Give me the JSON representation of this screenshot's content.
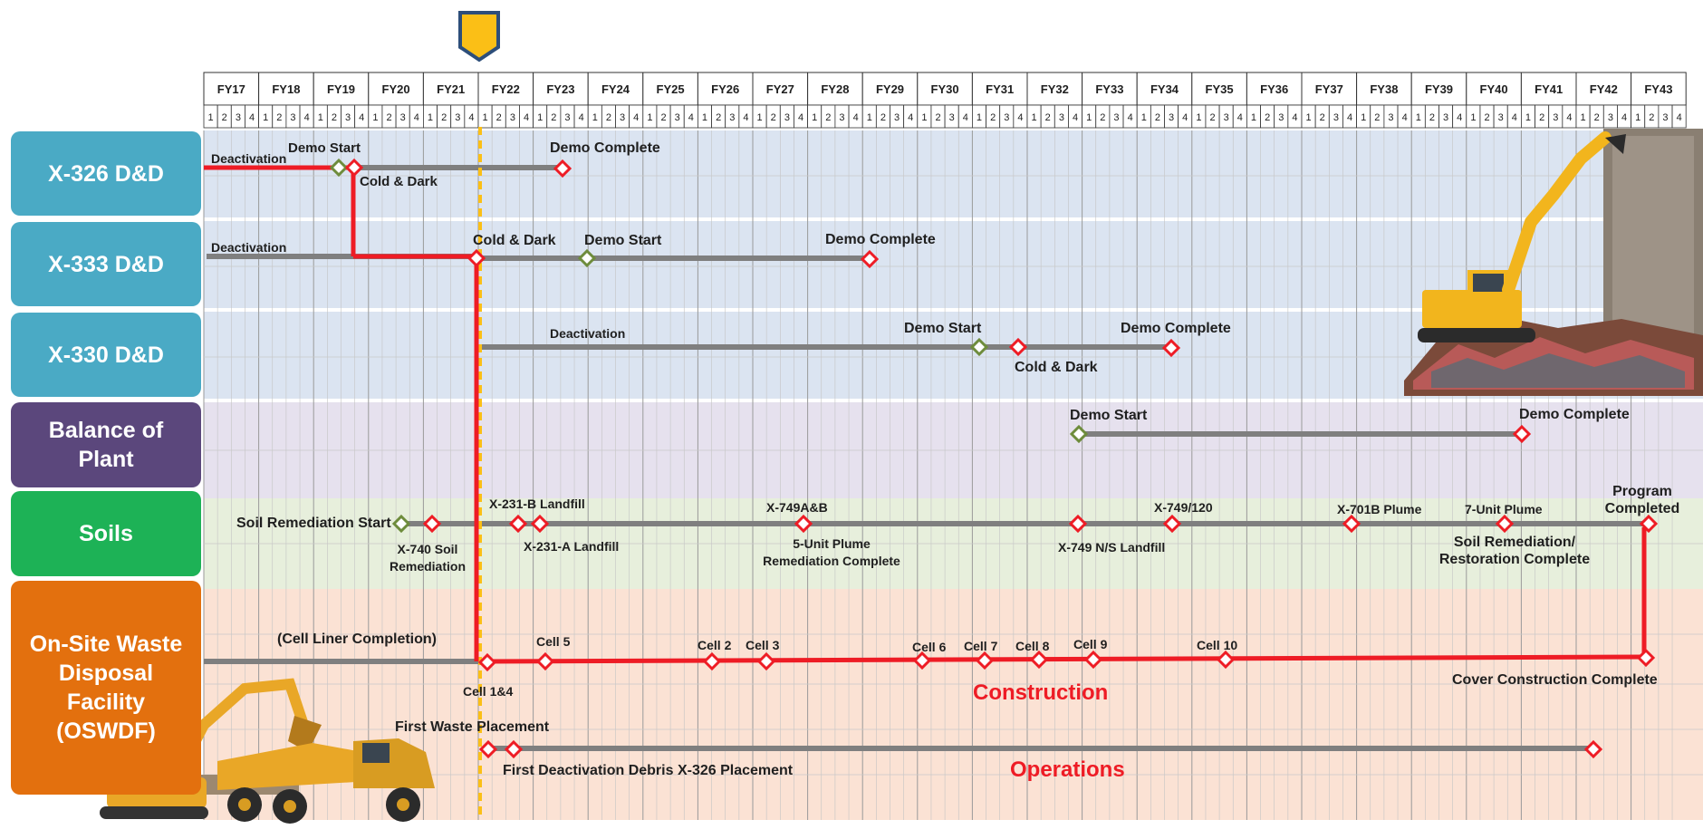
{
  "timeline": {
    "fiscal_years": [
      "FY17",
      "FY18",
      "FY19",
      "FY20",
      "FY21",
      "FY22",
      "FY23",
      "FY24",
      "FY25",
      "FY26",
      "FY27",
      "FY28",
      "FY29",
      "FY30",
      "FY31",
      "FY32",
      "FY33",
      "FY34",
      "FY35",
      "FY36",
      "FY37",
      "FY38",
      "FY39",
      "FY40",
      "FY41",
      "FY42",
      "FY43"
    ],
    "quarters": [
      "1",
      "2",
      "3",
      "4"
    ]
  },
  "rows": [
    {
      "label": "X-326 D&D",
      "color": "#4aaac5"
    },
    {
      "label": "X-333 D&D",
      "color": "#4aaac5"
    },
    {
      "label": "X-330 D&D",
      "color": "#4aaac5"
    },
    {
      "label": "Balance of Plant",
      "color": "#5b477c"
    },
    {
      "label": "Soils",
      "color": "#1db256"
    },
    {
      "label": "On-Site Waste Disposal Facility (OSWDF)",
      "color": "#e3700e"
    }
  ],
  "milestones": {
    "x326_deactivation": "Deactivation",
    "x326_demo_start": "Demo Start",
    "x326_cold_dark": "Cold & Dark",
    "x326_demo_complete": "Demo Complete",
    "x333_deactivation": "Deactivation",
    "x333_cold_dark": "Cold & Dark",
    "x333_demo_start": "Demo Start",
    "x333_demo_complete": "Demo Complete",
    "x330_deactivation": "Deactivation",
    "x330_demo_start": "Demo Start",
    "x330_cold_dark": "Cold & Dark",
    "x330_demo_complete": "Demo Complete",
    "bop_demo_start": "Demo Start",
    "bop_demo_complete": "Demo Complete",
    "soil_start": "Soil Remediation Start",
    "x740": "X-740 Soil Remediation",
    "x231b": "X-231-B Landfill",
    "x231a": "X-231-A Landfill",
    "x749ab": "X-749A&B",
    "plume5": "5-Unit Plume Remediation Complete",
    "x749ns": "X-749 N/S Landfill",
    "x749_120": "X-749/120",
    "x701b": "X-701B Plume",
    "plume7": "7-Unit Plume",
    "soil_complete": "Soil Remediation/ Restoration Complete",
    "program_complete": "Program Completed",
    "cell_liner": "(Cell Liner Completion)",
    "cell14": "Cell 1&4",
    "cell5": "Cell 5",
    "cell2": "Cell 2",
    "cell3": "Cell 3",
    "cell6": "Cell 6",
    "cell7": "Cell 7",
    "cell8": "Cell 8",
    "cell9": "Cell 9",
    "cell10": "Cell 10",
    "cover_complete": "Cover Construction Complete",
    "construction": "Construction",
    "first_waste": "First Waste Placement",
    "first_debris": "First Deactivation Debris X-326 Placement",
    "operations": "Operations"
  },
  "colors": {
    "critical_path": "#ee1c25",
    "bar": "#7f7f7f",
    "today_line": "#fbbf16",
    "start_marker": "#6e8c3c",
    "end_marker": "#ee1c25"
  },
  "icons": [
    "today-marker-icon",
    "excavator-demolition-image",
    "excavator-dumptruck-image"
  ]
}
